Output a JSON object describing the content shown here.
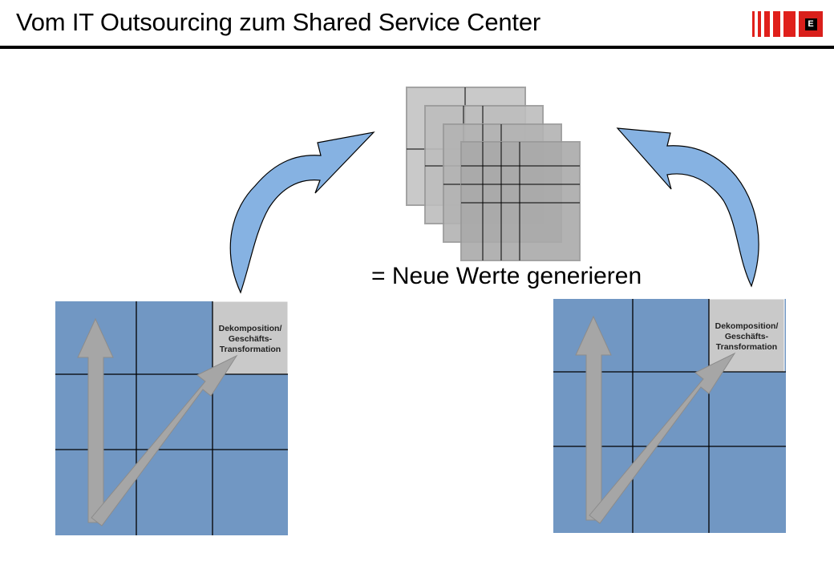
{
  "header": {
    "title": "Vom IT Outsourcing zum Shared Service Center",
    "logo_letter": "E"
  },
  "caption": "= Neue Werte generieren",
  "matrices": [
    {
      "label_lines": [
        "Dekomposition/",
        "Geschäfts-",
        "Transformation"
      ]
    },
    {
      "label_lines": [
        "Dekomposition/",
        "Geschäfts-",
        "Transformation"
      ]
    }
  ],
  "colors": {
    "matrix_fill": "#7197c3",
    "highlight_cell": "#c9c9c9",
    "arrow_blue": "#7da8d8",
    "arrow_blue_light": "#a9cdf2",
    "grey_arrow": "#a6a6a6",
    "logo_red": "#e0201b"
  }
}
